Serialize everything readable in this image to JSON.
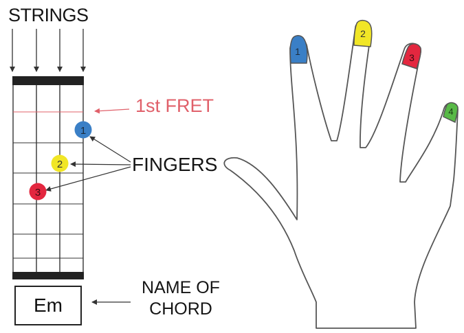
{
  "labels": {
    "strings": "STRINGS",
    "first_fret": "1st FRET",
    "fingers": "FINGERS",
    "name_of_chord_line1": "NAME OF",
    "name_of_chord_line2": "CHORD"
  },
  "chord": {
    "name": "Em"
  },
  "fretboard_fingers": [
    {
      "number": "1",
      "color": "#3a7fc6"
    },
    {
      "number": "2",
      "color": "#f1e626"
    },
    {
      "number": "3",
      "color": "#e3273f"
    }
  ],
  "hand_fingertips": [
    {
      "number": "1",
      "color": "#3a7fc6"
    },
    {
      "number": "2",
      "color": "#f1e626"
    },
    {
      "number": "3",
      "color": "#e3273f"
    },
    {
      "number": "4",
      "color": "#58b947"
    }
  ],
  "colors": {
    "fret_label": "#e0606a",
    "ink": "#151515"
  }
}
